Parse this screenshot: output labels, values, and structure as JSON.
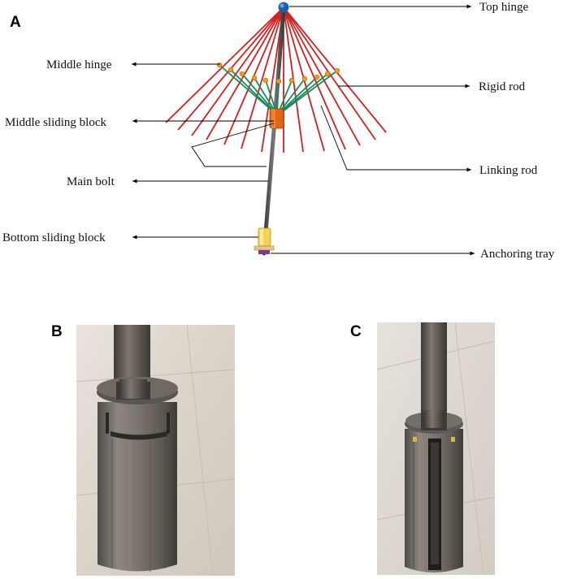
{
  "panels": {
    "a": {
      "letter": "A"
    },
    "b": {
      "letter": "B"
    },
    "c": {
      "letter": "C"
    }
  },
  "labels": {
    "top_hinge": "Top hinge",
    "middle_hinge": "Middle hinge",
    "rigid_rod": "Rigid rod",
    "middle_sliding_block": "Middle sliding block",
    "linking_rod": "Linking rod",
    "main_bolt": "Main bolt",
    "bottom_sliding_block": "Bottom sliding block",
    "anchoring_tray": "Anchoring tray"
  },
  "colors": {
    "rigid_rod": "#d42020",
    "linking_rod": "#1a8a5a",
    "top_hinge": "#1f5fa8",
    "middle_hinge": "#f0a020",
    "middle_sliding_block": "#e0661a",
    "bottom_sliding_block": "#f2d35a",
    "anchoring_tray": "#7a3a9a",
    "main_bolt": "#555555"
  }
}
